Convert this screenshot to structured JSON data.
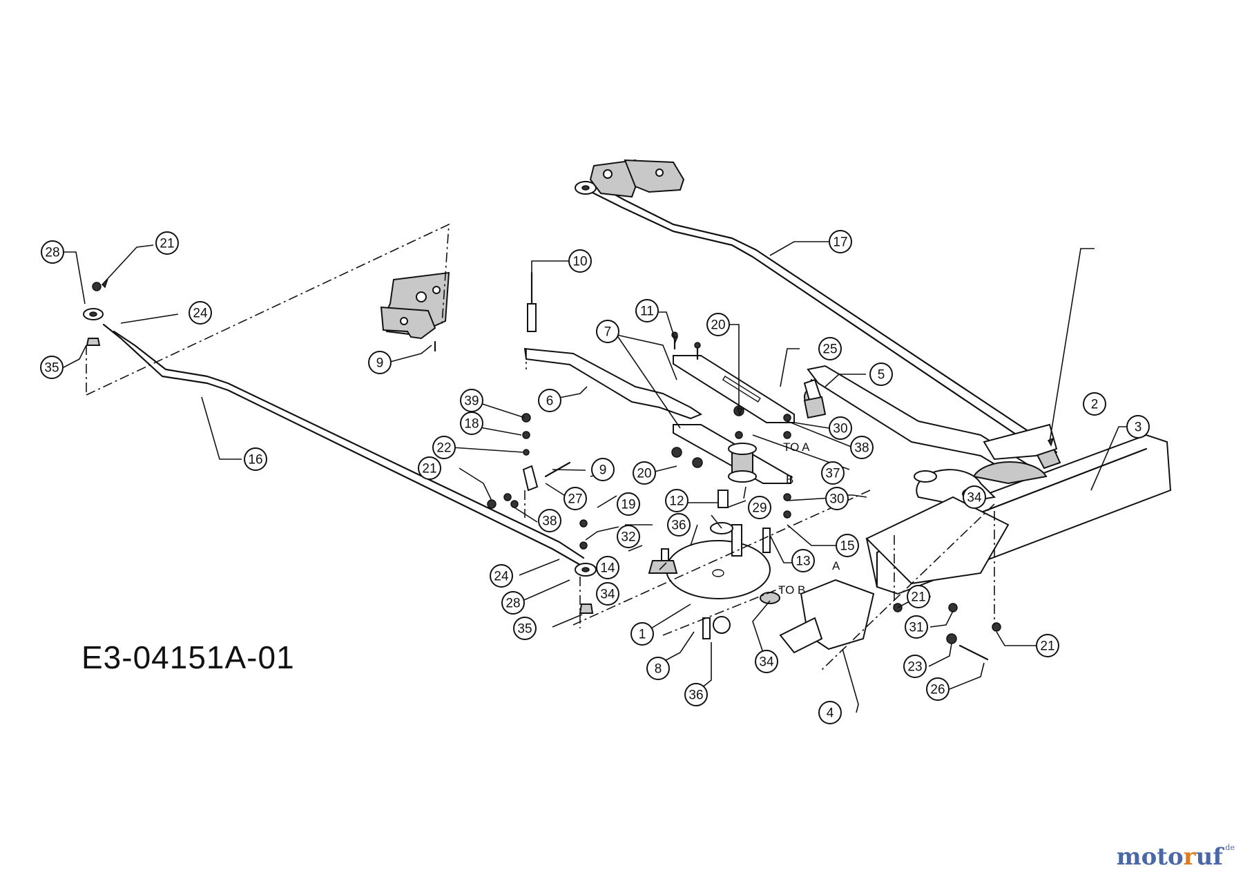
{
  "drawing_code": "E3-04151A-01",
  "brand": {
    "part1": "moto",
    "part2": "r",
    "part3": "uf",
    "suffix": ".de"
  },
  "annotations": {
    "to_a": "TO  A",
    "to_b": "TO  B",
    "letter_a": "A",
    "letter_b": "B"
  },
  "callouts": [
    {
      "n": "1"
    },
    {
      "n": "2"
    },
    {
      "n": "3"
    },
    {
      "n": "4"
    },
    {
      "n": "5"
    },
    {
      "n": "6"
    },
    {
      "n": "7"
    },
    {
      "n": "8"
    },
    {
      "n": "9"
    },
    {
      "n": "9"
    },
    {
      "n": "10"
    },
    {
      "n": "11"
    },
    {
      "n": "12"
    },
    {
      "n": "13"
    },
    {
      "n": "14"
    },
    {
      "n": "15"
    },
    {
      "n": "16"
    },
    {
      "n": "17"
    },
    {
      "n": "18"
    },
    {
      "n": "19"
    },
    {
      "n": "20"
    },
    {
      "n": "20"
    },
    {
      "n": "21"
    },
    {
      "n": "21"
    },
    {
      "n": "21"
    },
    {
      "n": "21"
    },
    {
      "n": "22"
    },
    {
      "n": "23"
    },
    {
      "n": "24"
    },
    {
      "n": "24"
    },
    {
      "n": "25"
    },
    {
      "n": "26"
    },
    {
      "n": "27"
    },
    {
      "n": "28"
    },
    {
      "n": "28"
    },
    {
      "n": "29"
    },
    {
      "n": "30"
    },
    {
      "n": "30"
    },
    {
      "n": "31"
    },
    {
      "n": "32"
    },
    {
      "n": "34"
    },
    {
      "n": "34"
    },
    {
      "n": "34"
    },
    {
      "n": "35"
    },
    {
      "n": "35"
    },
    {
      "n": "36"
    },
    {
      "n": "36"
    },
    {
      "n": "37"
    },
    {
      "n": "38"
    },
    {
      "n": "38"
    },
    {
      "n": "39"
    }
  ]
}
